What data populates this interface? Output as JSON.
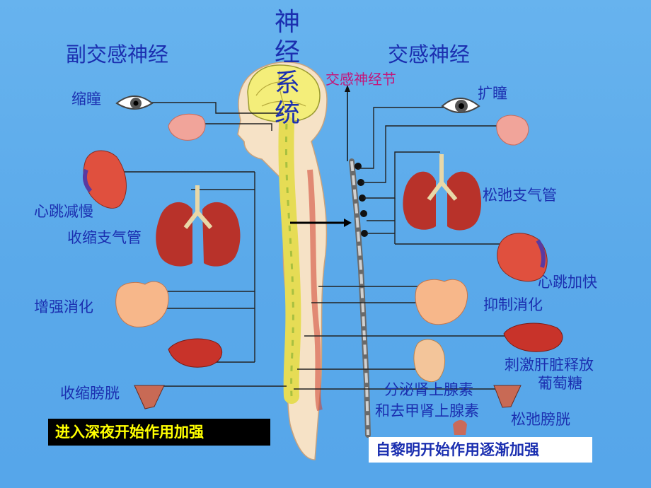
{
  "title_vertical": [
    "神",
    "经",
    "系",
    "统"
  ],
  "headers": {
    "left": "副交感神经",
    "right": "交感神经"
  },
  "ganglion_label": "交感神经节",
  "left_labels": {
    "pupil": "缩瞳",
    "heart": "心跳减慢",
    "bronchi": "收缩支气管",
    "digestion": "增强消化",
    "bladder": "收缩膀胱"
  },
  "right_labels": {
    "pupil": "扩瞳",
    "bronchi": "松弛支气管",
    "heart": "心跳加快",
    "digestion": "抑制消化",
    "liver_line1": "刺激肝脏释放",
    "liver_line2": "葡萄糖",
    "adrenal_line1": "分泌肾上腺素",
    "adrenal_line2": "和去甲肾上腺素",
    "bladder": "松弛膀胱"
  },
  "notes": {
    "night": "进入深夜开始作用加强",
    "dawn": "自黎明开始作用逐渐加强"
  },
  "colors": {
    "background": "#5aa9ea",
    "text": "#1b2fb0",
    "ganglion_text": "#c2187c",
    "night_text": "#ffff00",
    "lung": "#b8322a",
    "spine": "#e8e060"
  }
}
